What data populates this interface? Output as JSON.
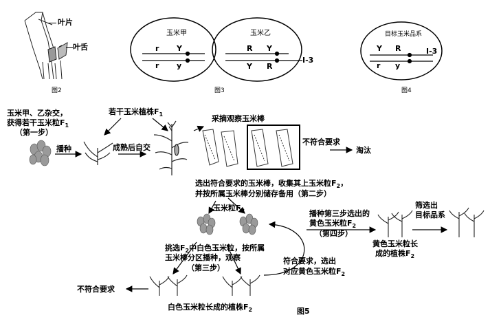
{
  "fig2": {
    "leaf_label": "叶片",
    "ligule_label": "叶舌",
    "caption": "图2"
  },
  "fig3": {
    "corn_a": {
      "title": "玉米甲",
      "top_left": "r",
      "top_right": "Y",
      "bot_left": "r",
      "bot_right": "y"
    },
    "corn_b": {
      "title": "玉米乙",
      "top_left": "R",
      "top_right": "Y",
      "bot_left": "Y",
      "bot_right": "R",
      "marker": "I-3"
    },
    "caption": "图3"
  },
  "fig4": {
    "title": "目标玉米品系",
    "top_left": "Y",
    "top_right": "R",
    "marker": "I-3",
    "bot_left": "r",
    "bot_right": "y",
    "caption": "图4"
  },
  "fig5": {
    "step1_l1": "玉米甲、乙杂交，",
    "step1_l2": "获得若干玉米粒F",
    "step1_l2_sub": "1",
    "step1_l3": "（第一步）",
    "plant_f1": "若干玉米植株F",
    "plant_f1_sub": "1",
    "sow": "播种",
    "self_cross": "成熟后自交",
    "pick": "采摘观察玉米棒",
    "reject": "不符合要求",
    "discard": "淘汰",
    "step2_l1": "选出符合要求的玉米棒，收集其上玉米粒F",
    "step2_l1_sub": "2",
    "step2_l1_end": "，",
    "step2_l2": "并按所属玉米棒分别储存备用（第二步）",
    "grain_f2": "玉米粒F",
    "grain_f2_sub": "2",
    "step3_l1a": "挑选F",
    "step3_l1_sub": "2",
    "step3_l1b": "中白色玉米粒，按所属",
    "step3_l2": "玉米棒分区播种，观察",
    "step3_l3": "（第三步）",
    "reject2": "不符合要求",
    "white_plants_a": "白色玉米粒长成的植株F",
    "white_plants_sub": "2",
    "select_l1": "符合要求，选出",
    "select_l2a": "对应黄色玉米粒F",
    "select_l2_sub": "2",
    "step4_l1": "播种第三步选出的",
    "step4_l2a": "黄色玉米粒F",
    "step4_l2_sub": "2",
    "step4_l3": "（第四步）",
    "yellow_l1": "黄色玉米粒长",
    "yellow_l2a": "成的植株F",
    "yellow_l2_sub": "2",
    "screen_l1": "筛选出",
    "screen_l2": "目标品系",
    "caption": "图5"
  }
}
